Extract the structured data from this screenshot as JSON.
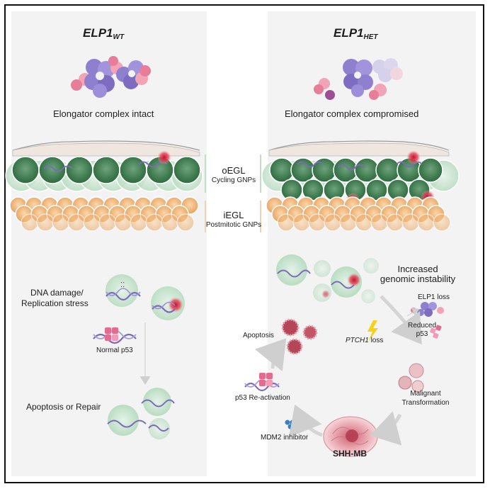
{
  "left_panel": {
    "heading": "ELP1",
    "heading_sub": "WT",
    "complex_caption": "Elongator complex intact",
    "dna_damage_line1": "DNA damage/",
    "dna_damage_line2": "Replication stress",
    "p53_label": "Normal p53",
    "outcome": "Apoptosis or Repair"
  },
  "right_panel": {
    "heading": "ELP1",
    "heading_sub": "HET",
    "complex_caption": "Elongator complex compromised",
    "instability_line1": "Increased",
    "instability_line2": "genomic instability",
    "elp1_loss": "ELP1 loss",
    "reduced_line1": "Reduced",
    "reduced_line2": "p53",
    "ptch1_gene": "PTCH1",
    "ptch1_suffix": " loss",
    "apoptosis": "Apoptosis",
    "reactivation": "p53 Re-activation",
    "malignant_line1": "Malignant",
    "malignant_line2": "Transformation",
    "mdm2": "MDM2 inhibitor",
    "tumor": "SHH-MB"
  },
  "layers": {
    "oegl": "oEGL",
    "oegl_sub": "Cycling GNPs",
    "iegl": "iEGL",
    "iegl_sub": "Postmitotic GNPs"
  },
  "colors": {
    "panel_bg": "#f3f3f3",
    "gnp_green": "#4f8a60",
    "gnp_halo": "#cfe6d5",
    "postmitotic_orange": "#f0b27a",
    "dna_purple": "#7b6bb8",
    "damage_red": "#d11f2f",
    "p53_pink": "#e48aa3",
    "apoptotic_red": "#b5465a"
  }
}
